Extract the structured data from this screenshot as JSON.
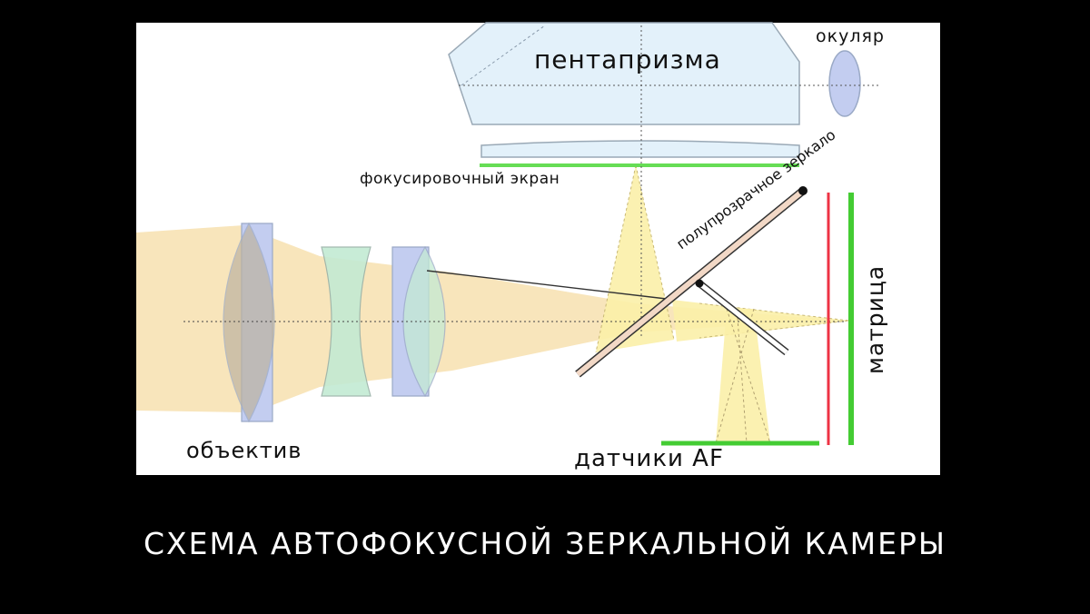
{
  "labels": {
    "pentaprism": "пентапризма",
    "eyepiece": "окуляр",
    "focusing_screen": "фокусировочный экран",
    "semi_mirror": "полупрозрачное зеркало",
    "sensor": "матрица",
    "objective": "объектив",
    "af_sensors": "датчики AF"
  },
  "caption": "СХЕМА АВТОФОКУСНОЙ ЗЕРКАЛЬНОЙ КАМЕРЫ",
  "colors": {
    "page_background": "#000000",
    "panel_background": "#ffffff",
    "light_beam": "#f7e2b4",
    "light_cone": "#fbf0a8",
    "prism_fill": "#e3f1fa",
    "lens_blue": "#c3cdf0",
    "lens_green": "#c3ead3",
    "sensor_line": "#44cc33",
    "red_line": "#ee3344",
    "mirror_fill": "#f2d8c6"
  }
}
